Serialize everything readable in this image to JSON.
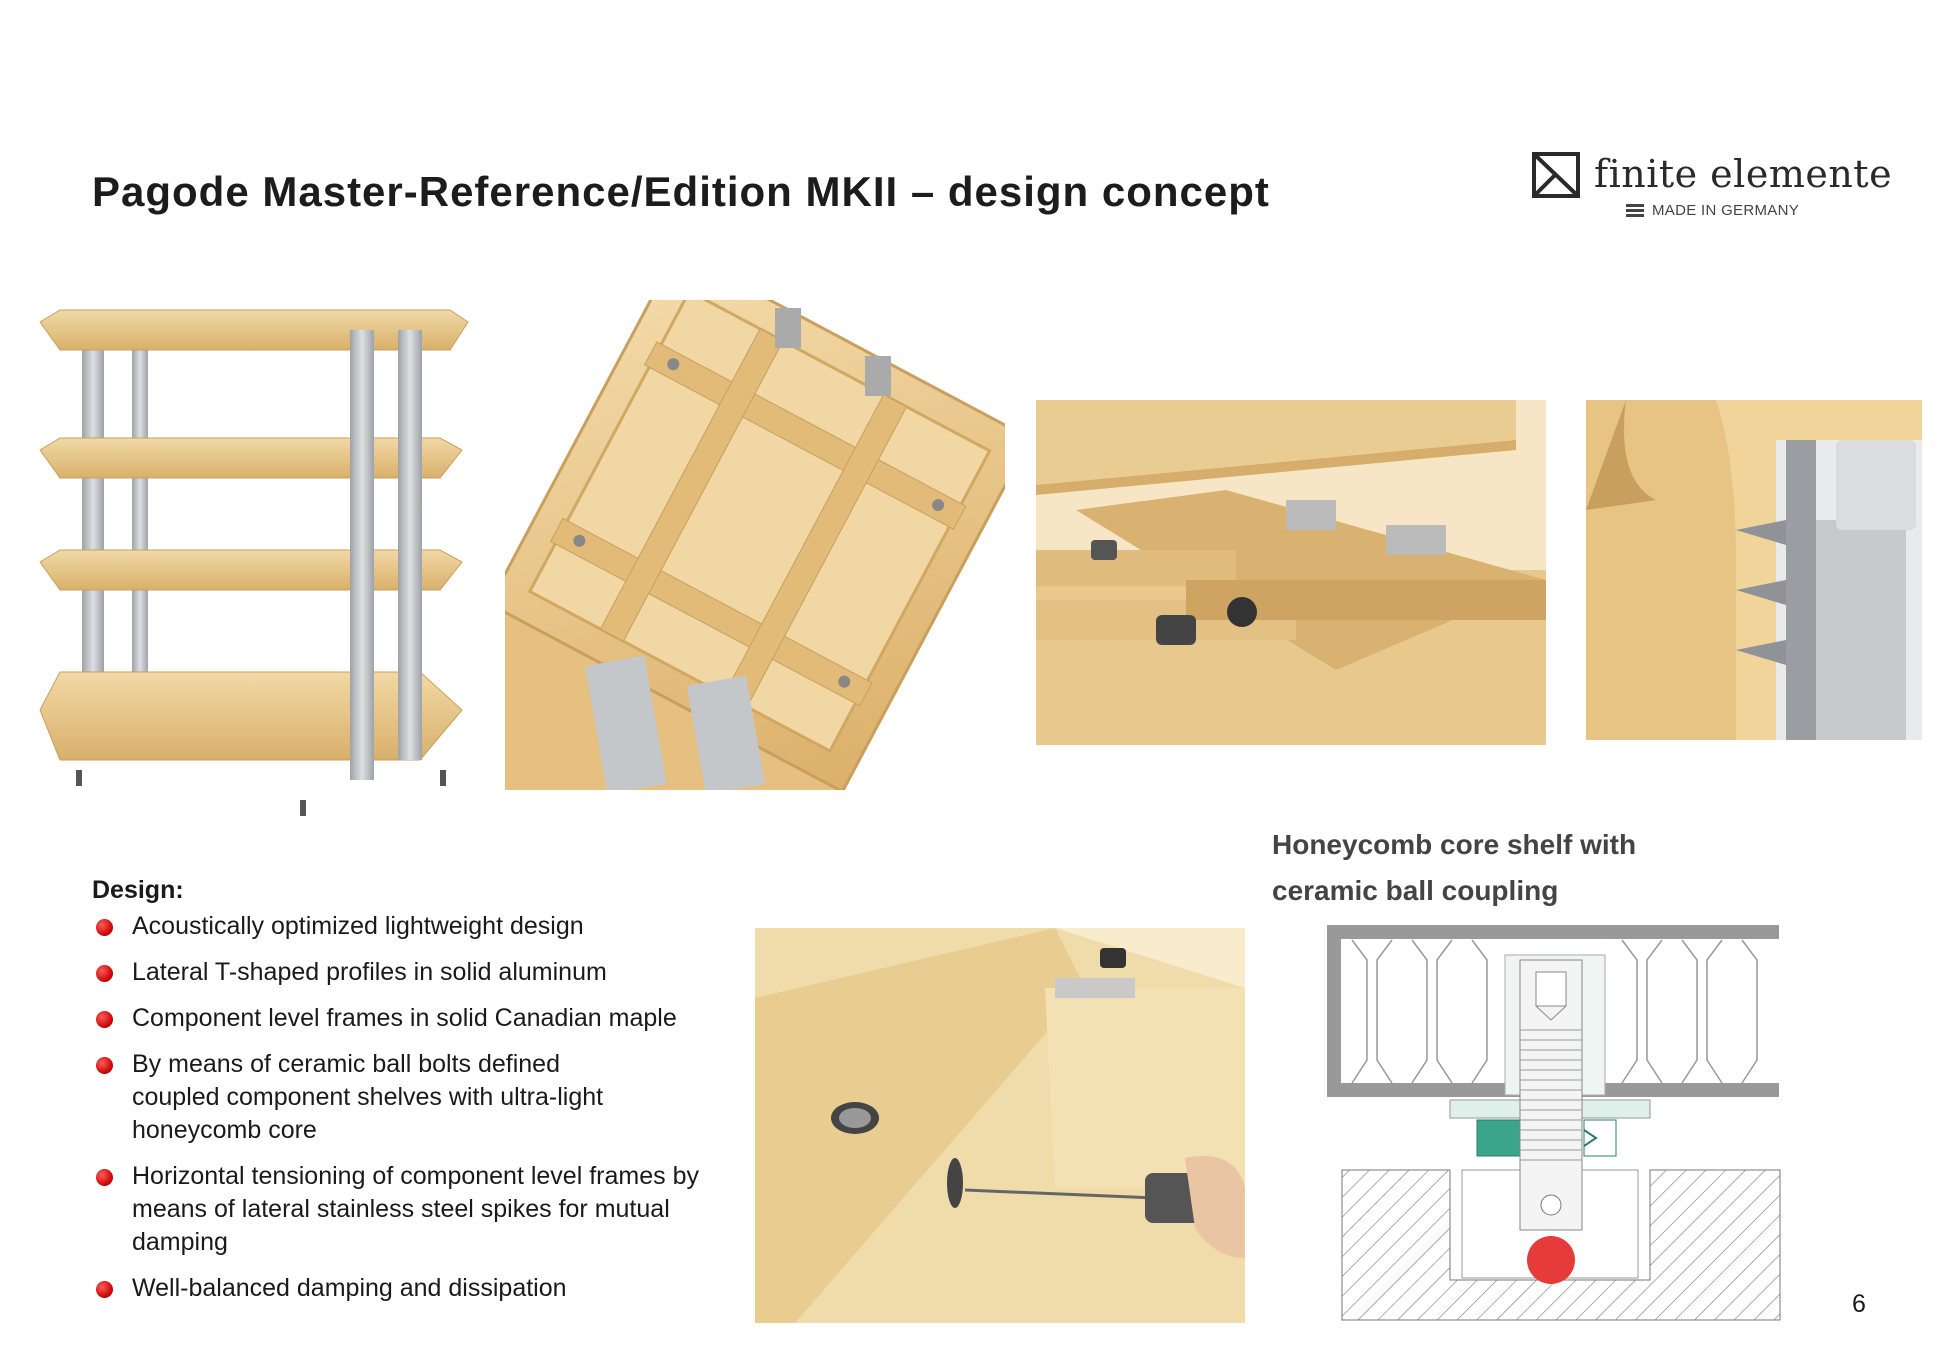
{
  "title": "Pagode Master-Reference/Edition MKII – design concept",
  "logo": {
    "name": "finite elemente",
    "tagline": "MADE IN GERMANY"
  },
  "design": {
    "heading": "Design:",
    "items": [
      "Acoustically optimized lightweight design",
      "Lateral T-shaped profiles in solid aluminum",
      "Component level frames in solid Canadian maple",
      "By means of ceramic ball bolts defined coupled component shelves with ultra-light honeycomb core",
      "Horizontal tensioning of component level frames by means of lateral stainless steel spikes for mutual damping",
      "Well-balanced damping and dissipation"
    ]
  },
  "honeycomb": {
    "title": "Honeycomb core shelf with ceramic ball coupling"
  },
  "page_number": "6",
  "colors": {
    "maple": "#eccb8f",
    "maple_dark": "#d9b272",
    "aluminum": "#b9bcc0",
    "bullet_red": "#d40000",
    "ceramic_ball": "#e63b3b",
    "seal_green": "#3aa58a"
  }
}
